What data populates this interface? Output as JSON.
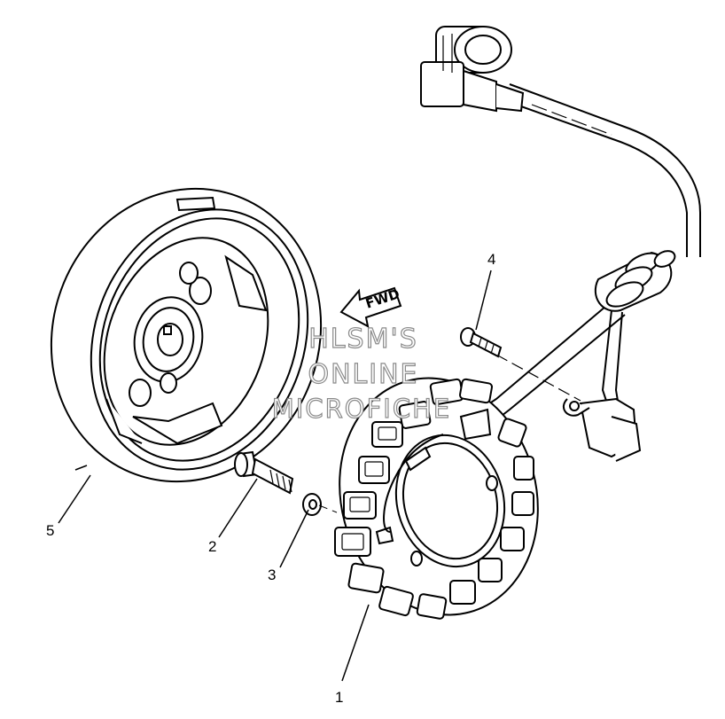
{
  "callouts": {
    "c1": "1",
    "c2": "2",
    "c3": "3",
    "c4": "4",
    "c5": "5"
  },
  "direction_label": "FWD",
  "watermark": {
    "line1": "HLSM'S",
    "line2": "ONLINE",
    "line3": "MICROFICHE"
  }
}
